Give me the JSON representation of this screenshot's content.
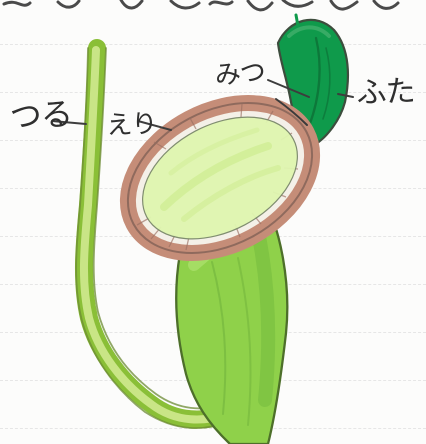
{
  "diagram": {
    "labels": {
      "tsuru": "つる",
      "eri": "えり",
      "mitsu": "みつ",
      "futa": "ふた"
    }
  }
}
